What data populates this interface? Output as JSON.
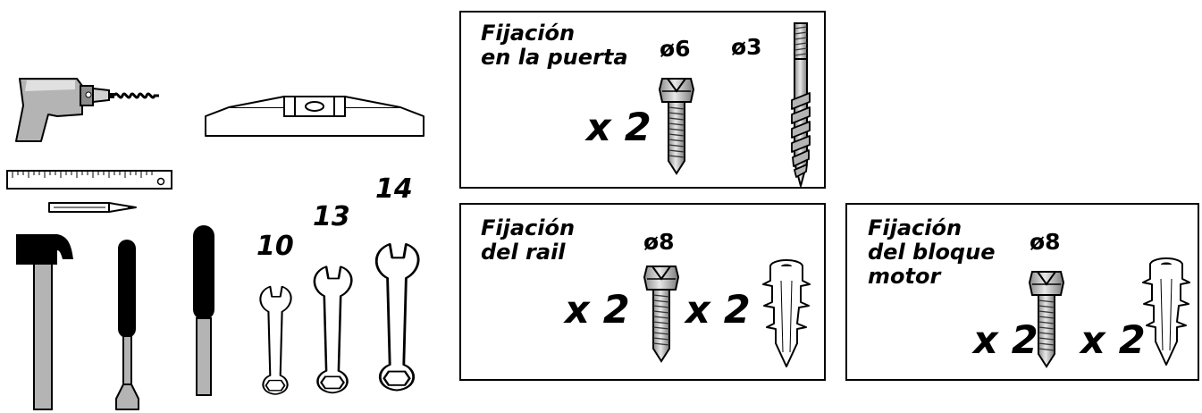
{
  "wrench_sizes": [
    "10",
    "13",
    "14"
  ],
  "panels": {
    "door": {
      "title_line1": "Fijación",
      "title_line2": "en la puerta",
      "diameter_screw": "ø6",
      "diameter_wood_screw": "ø3",
      "quantity": "x 2"
    },
    "rail": {
      "title_line1": "Fijación",
      "title_line2": "del rail",
      "diameter": "ø8",
      "quantity_screw": "x 2",
      "quantity_plug": "x 2"
    },
    "motor": {
      "title_line1": "Fijación",
      "title_line2": "del bloque",
      "title_line3": "motor",
      "diameter": "ø8",
      "quantity_screw": "x 2",
      "quantity_plug": "x 2"
    }
  },
  "icons": [
    "drill-icon",
    "spirit-level-icon",
    "ruler-icon",
    "pencil-icon",
    "hammer-icon",
    "screwdriver-icon",
    "wrench-icon",
    "screw-icon",
    "wood-screw-icon",
    "wall-plug-icon"
  ],
  "colors": {
    "metal": "#b4b4b4",
    "metal_dark": "#8c8c8c",
    "ink": "#000000"
  }
}
